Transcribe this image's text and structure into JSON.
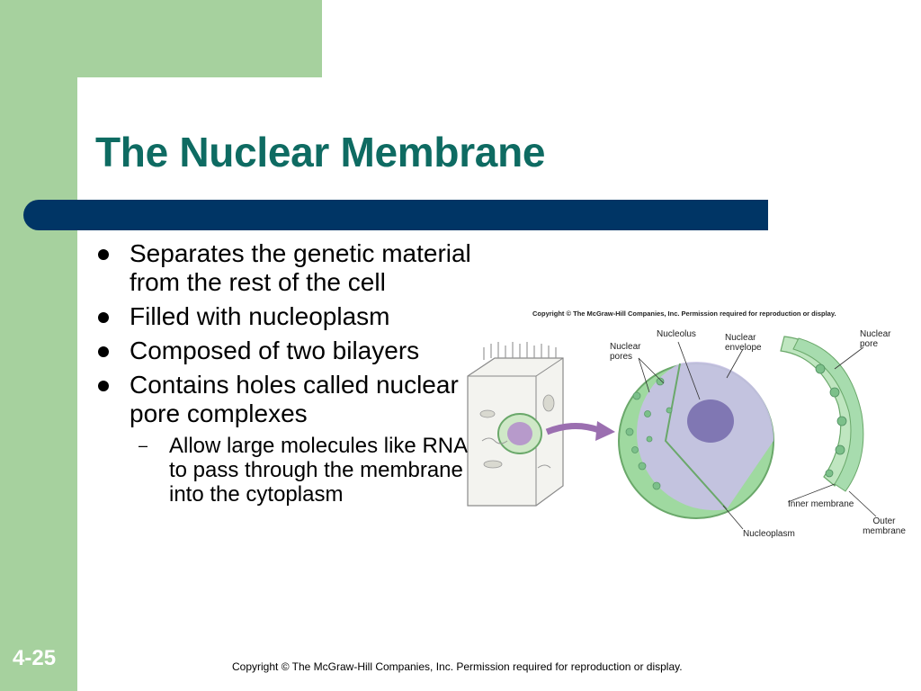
{
  "slide": {
    "title": "The Nuclear Membrane",
    "number": "4-25",
    "copyright": "Copyright © The McGraw-Hill Companies, Inc. Permission required for reproduction or display."
  },
  "bullets": [
    "Separates the genetic material from the rest of the cell",
    "Filled with nucleoplasm",
    "Composed of two bilayers",
    "Contains holes called nuclear pore complexes"
  ],
  "sub_bullets": [
    "Allow large molecules like RNA to pass through the membrane into the cytoplasm"
  ],
  "figure": {
    "copyright": "Copyright © The McGraw-Hill Companies, Inc. Permission required for reproduction or display.",
    "labels": {
      "nucleolus": "Nucleolus",
      "nuclear_pores": "Nuclear pores",
      "nuclear_envelope": "Nuclear envelope",
      "nuclear_pore": "Nuclear pore",
      "inner_membrane": "Inner membrane",
      "outer_membrane": "Outer membrane",
      "nucleoplasm": "Nucleoplasm"
    }
  },
  "colors": {
    "accent_green": "#a6d19e",
    "title_teal": "#0e6b62",
    "bar_navy": "#003565"
  }
}
